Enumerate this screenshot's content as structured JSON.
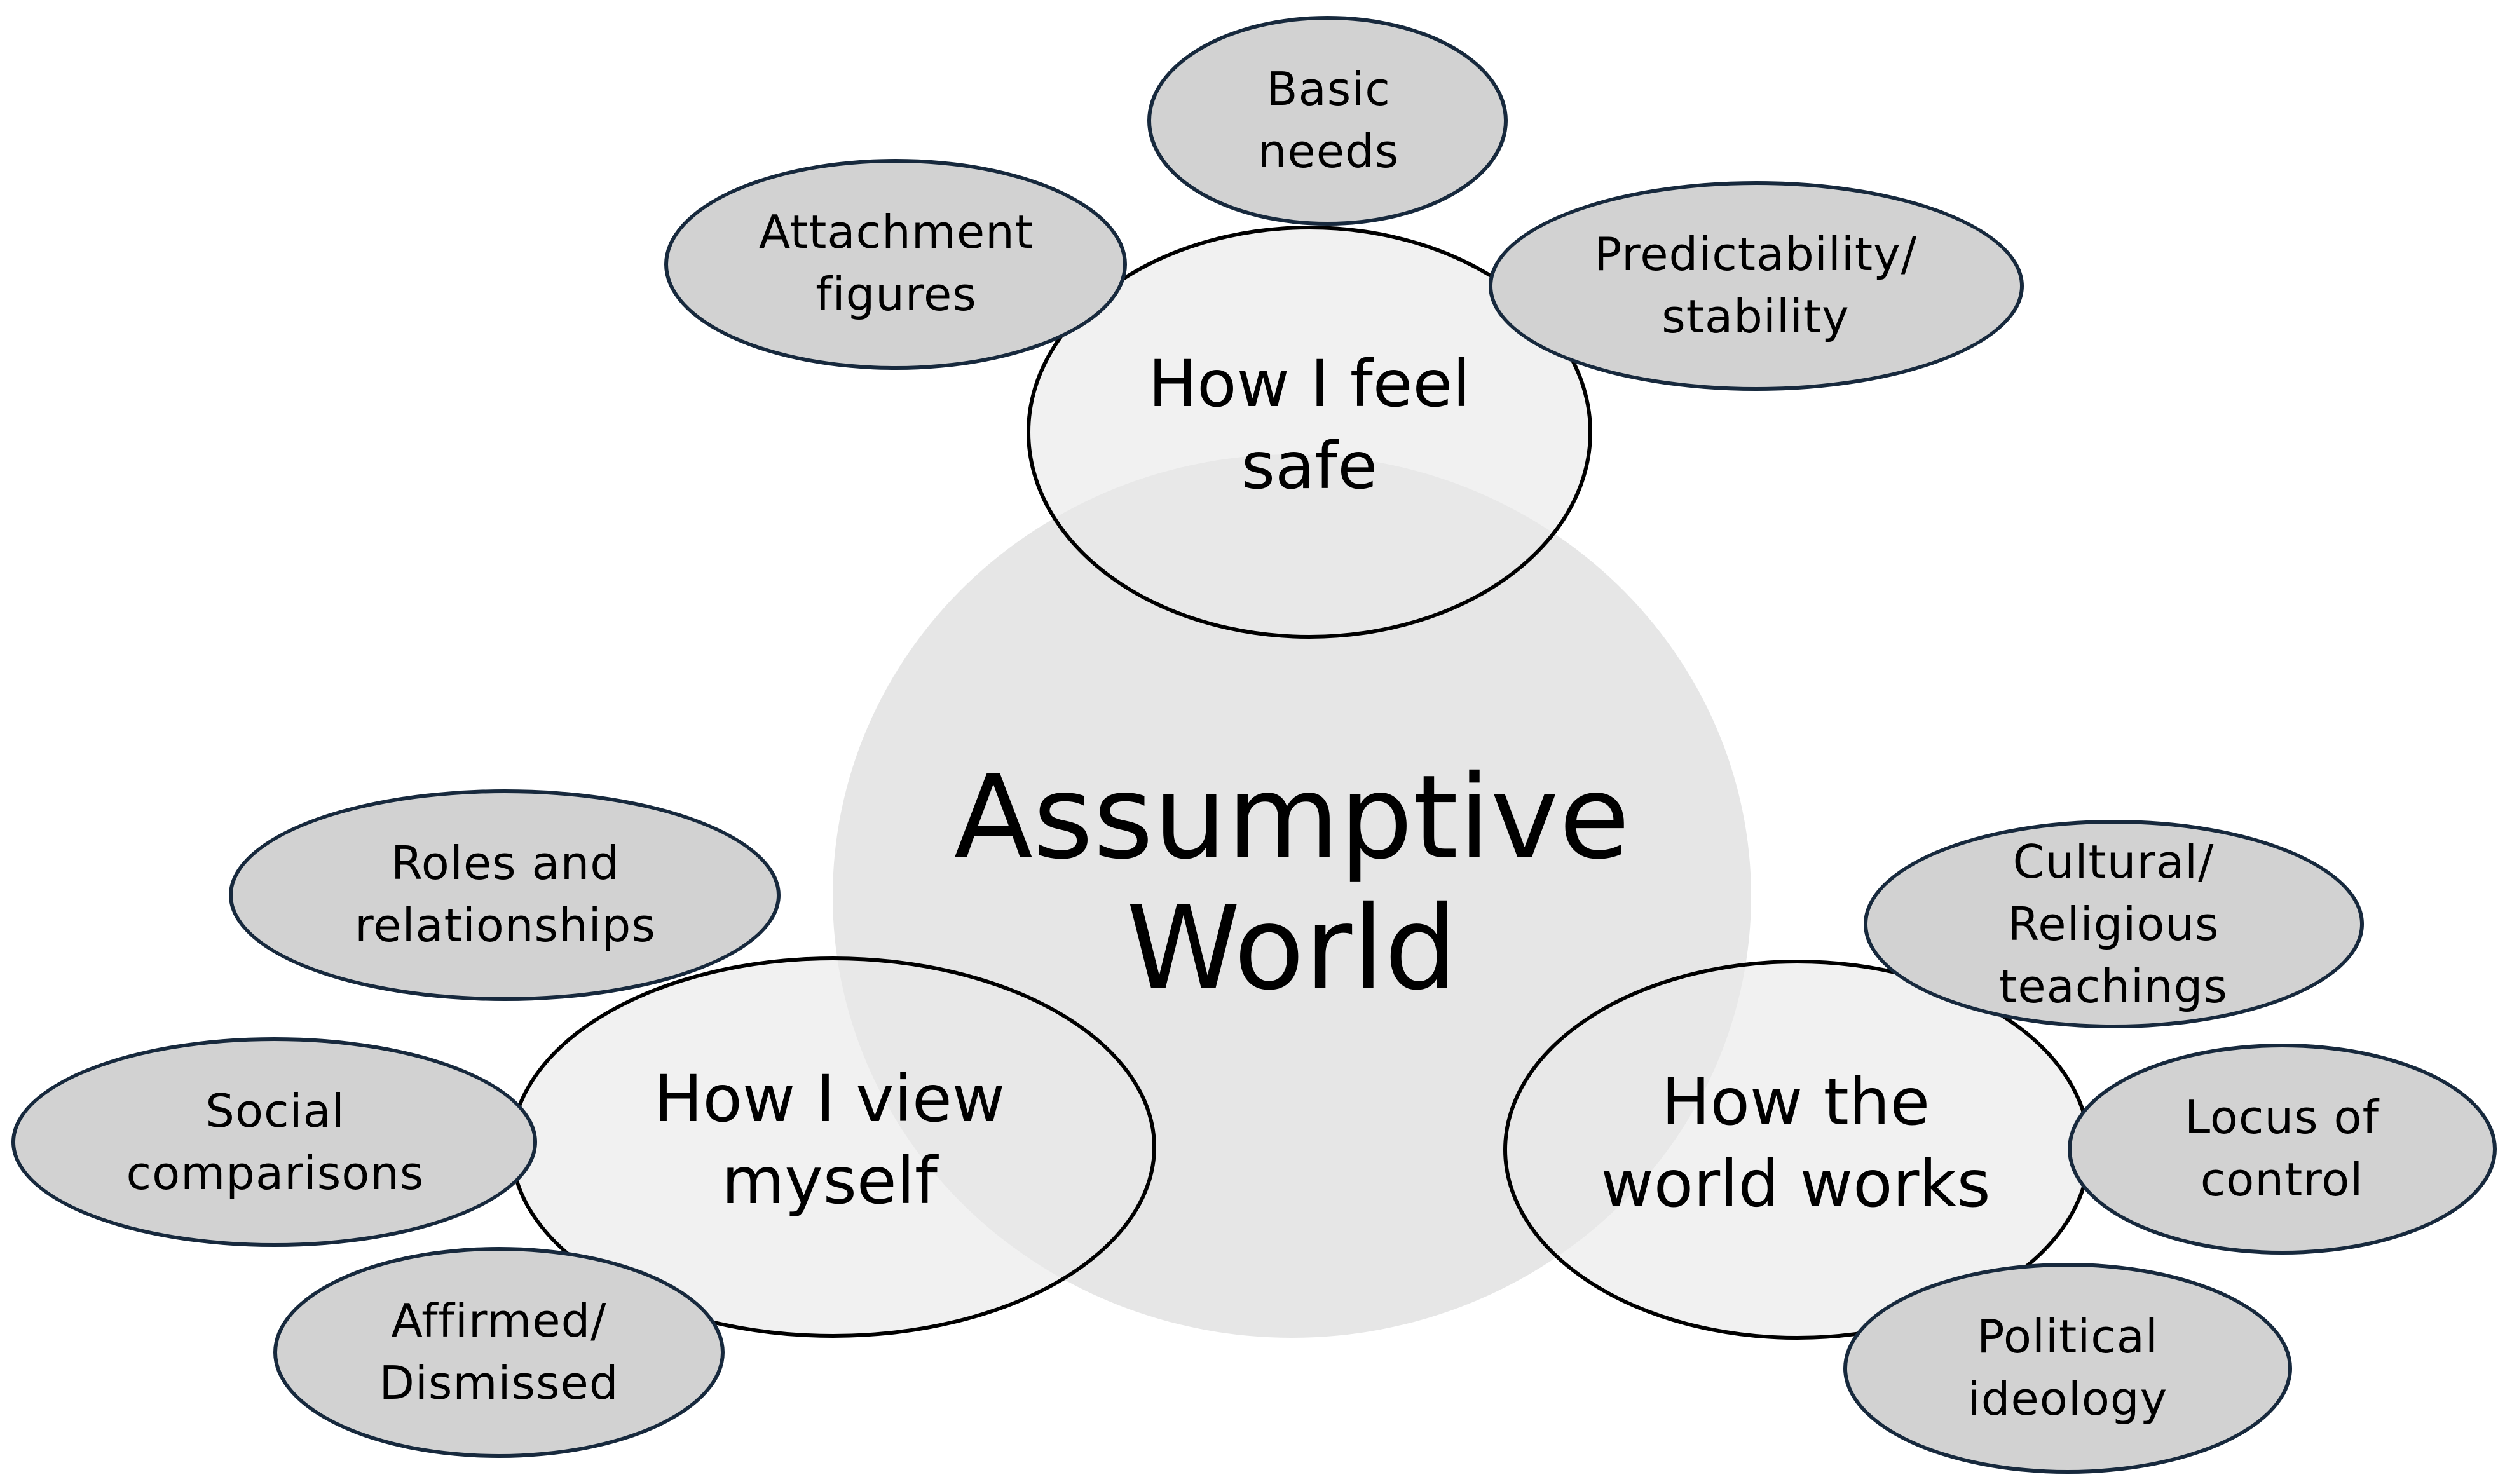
{
  "center": {
    "label": "Assumptive\nWorld"
  },
  "domains": [
    {
      "label": "How I feel\nsafe",
      "items": [
        "Basic\nneeds",
        "Attachment\nfigures",
        "Predictability/\nstability"
      ]
    },
    {
      "label": "How I view\nmyself",
      "items": [
        "Roles and\nrelationships",
        "Social\ncomparisons",
        "Affirmed/\nDismissed"
      ]
    },
    {
      "label": "How the\nworld works",
      "items": [
        "Cultural/\nReligious\nteachings",
        "Locus of\ncontrol",
        "Political\nideology"
      ]
    }
  ],
  "colors": {
    "center_fill": "#e6e6e6",
    "domain_fill": "#e8e8e8",
    "domain_outline": "#000000",
    "item_fill": "#d2d2d2",
    "item_outline": "#17293d"
  }
}
